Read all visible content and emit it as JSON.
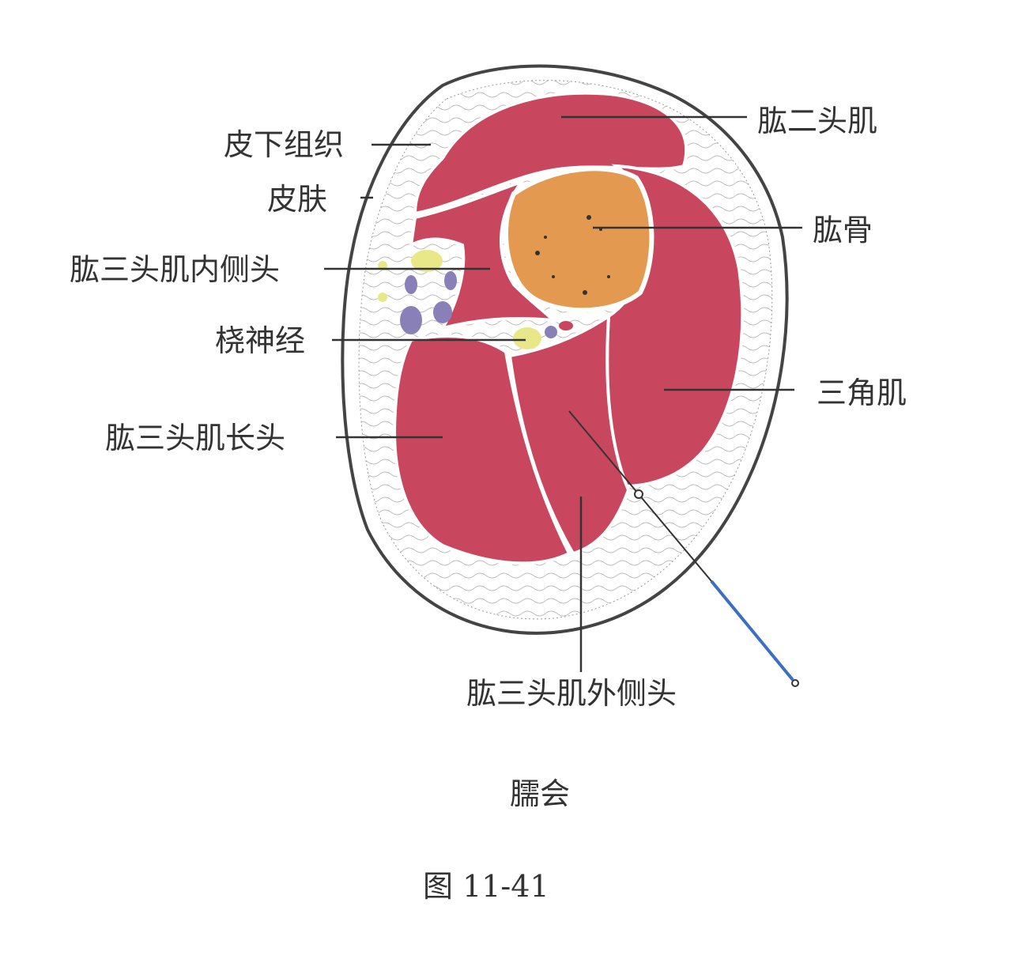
{
  "labels": {
    "subcutaneous": "皮下组织",
    "skin": "皮肤",
    "triceps_medial": "肱三头肌内侧头",
    "radial_nerve": "桡神经",
    "triceps_long": "肱三头肌长头",
    "biceps": "肱二头肌",
    "humerus": "肱骨",
    "deltoid": "三角肌",
    "triceps_lateral": "肱三头肌外侧头"
  },
  "acupoint": "臑会",
  "figure_caption": "图 11-41",
  "colors": {
    "muscle": "#c8475e",
    "bone": "#e39a50",
    "nerve": "#e8e888",
    "vessel": "#8a80b8",
    "needle": "#3a6fc4"
  }
}
